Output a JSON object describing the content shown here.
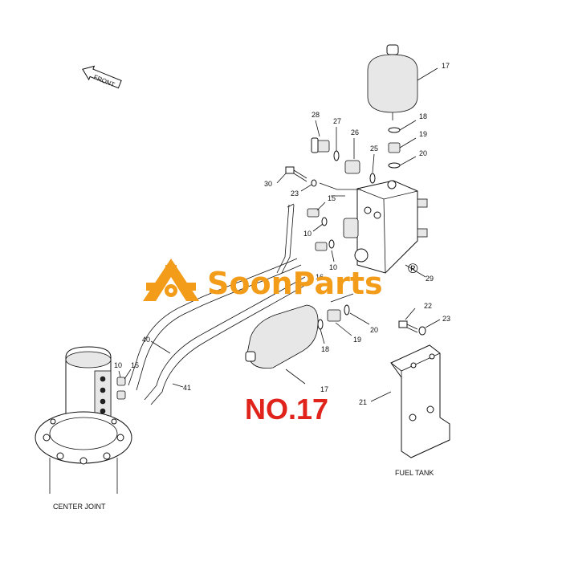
{
  "labels": {
    "p17_top": "17",
    "p18_top": "18",
    "p19_top": "19",
    "p20_top": "20",
    "p28": "28",
    "p27": "27",
    "p26": "26",
    "p25": "25",
    "p30": "30",
    "p23_top": "23",
    "p15_mid": "15",
    "p10_a": "10",
    "p10_b": "10",
    "p16": "16",
    "p29": "29",
    "p22": "22",
    "p23_right": "23",
    "p20_low": "20",
    "p19_low": "19",
    "p18_low": "18",
    "p17_low": "17",
    "p40": "40",
    "p41": "41",
    "p10_left": "10",
    "p15_left": "15",
    "p21": "21"
  },
  "captions": {
    "center_joint": "CENTER JOINT",
    "fuel_tank": "FUEL TANK",
    "front_arrow": "FRONT"
  },
  "branding": {
    "name": "SoonParts",
    "registered": "®",
    "brand_color": "#f39c1a"
  },
  "part_number": {
    "text": "NO.17",
    "color": "#e0241b"
  }
}
